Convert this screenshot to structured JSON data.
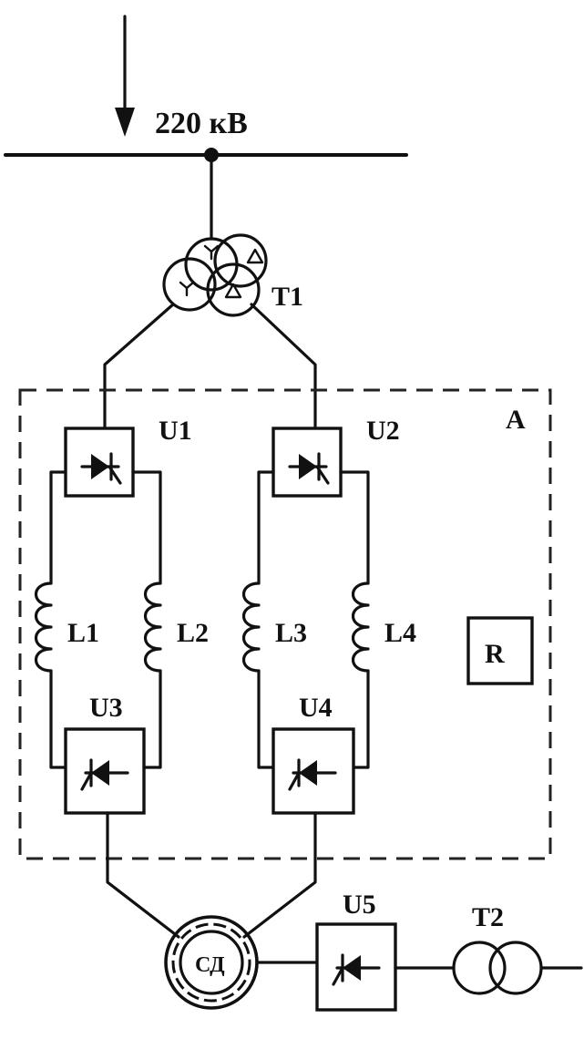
{
  "bus": {
    "voltage_label": "220 кВ"
  },
  "labels": {
    "t1": "T1",
    "t2": "T2",
    "zone": "A",
    "u1": "U1",
    "u2": "U2",
    "u3": "U3",
    "u4": "U4",
    "u5": "U5",
    "l1": "L1",
    "l2": "L2",
    "l3": "L3",
    "l4": "L4",
    "reg": "R",
    "motor": "СД"
  }
}
